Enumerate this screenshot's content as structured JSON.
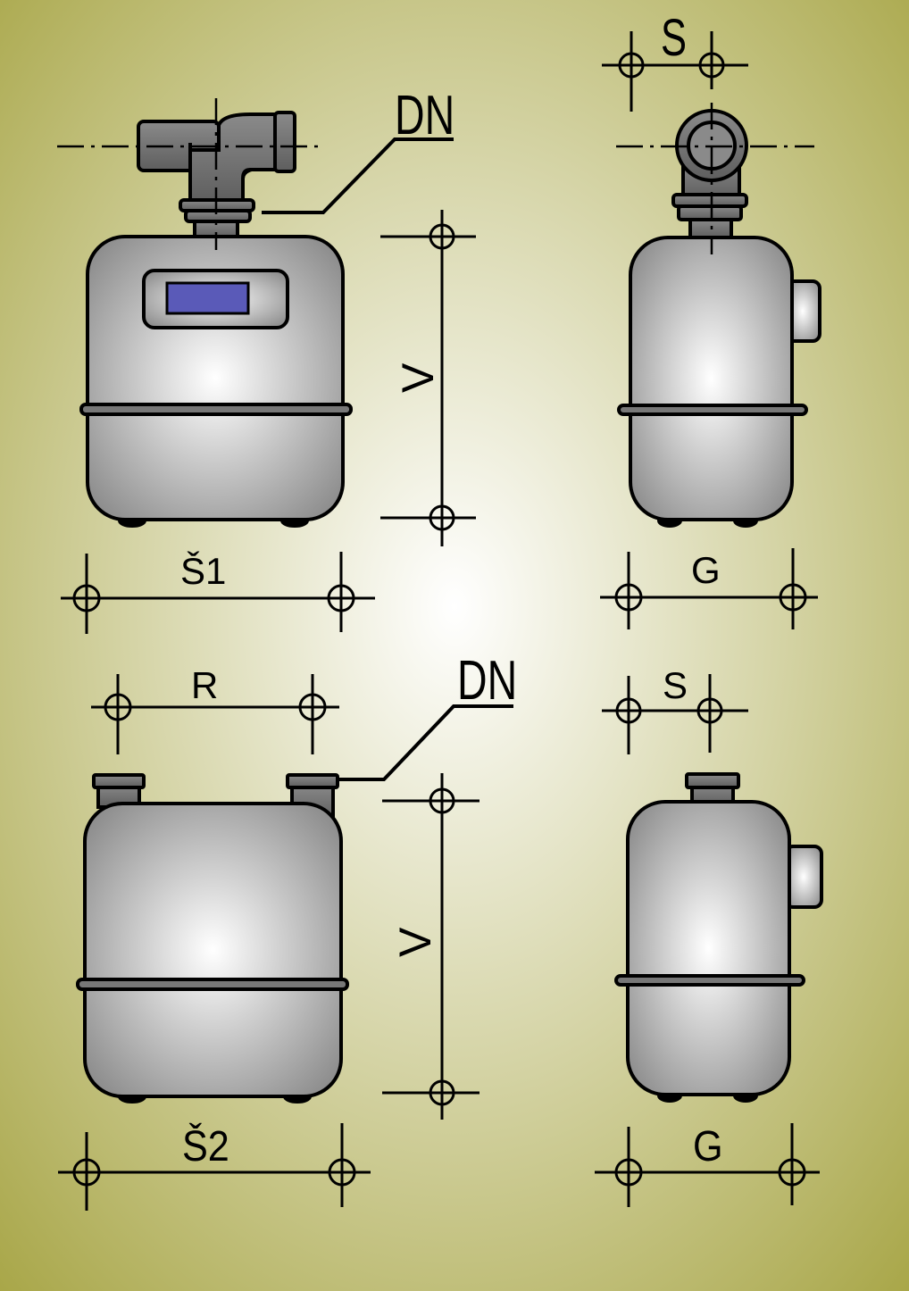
{
  "labels": {
    "top": {
      "dn": "DN",
      "v": "V",
      "s": "S",
      "sh1": "Š1",
      "g": "G"
    },
    "bottom": {
      "dn": "DN",
      "v": "V",
      "r": "R",
      "s": "S",
      "sh2": "Š2",
      "g": "G"
    }
  },
  "colors": {
    "background_center": "#ffffff",
    "background_edge": "#a8a444",
    "body_light": "#ffffff",
    "body_dark": "#8a8a8a",
    "pipe": "#6e6e6e",
    "display": "#5a5ab8",
    "outline": "#000000"
  }
}
